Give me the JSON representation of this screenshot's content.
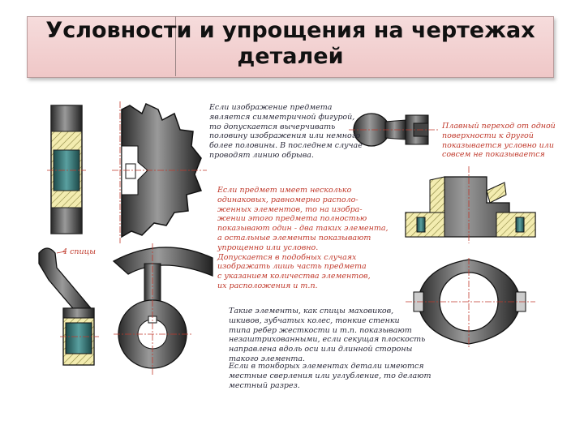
{
  "title": {
    "line1": "Условности и упрощения на чертежах",
    "line2": "деталей"
  },
  "notes": {
    "symmetric": "Если изображение предмета\nявляется симметричной фигурой,\nто допускается вычерчивать\nполовину изображения или немного\nболее половины. В последнем случае\nпроводят линию обрыва.",
    "smooth_transition": "Плавный переход от одной\nповерхности к другой\nпоказывается условно или\nсовсем не показывается",
    "repeated": "Если предмет имеет несколько\nодинаковых, равномерно располо-\nженных элементов, то на изобра-\nжении этого предмета полностью\nпоказывают один - два таких элемента,\nа остальные элементы показывают\nупрощенно или условно.\n   Допускается в подобных случаях\nизображать лишь часть предмета\nс указанием количества элементов,\nих расположения и т.п.",
    "spokes": "Такие элементы, как спицы маховиков,\nшкивов, зубчатых колес, тонкие стенки\nтипа ребер жесткости и т.п. показывают\nнезаштрихованными, если секущая плоскость\nнаправлена вдоль оси или длинной стороны\nтакого элемента.",
    "holes": "Если в тонборых элементах детали имеются\nместные сверления или углубление, то делают\nместный разрез."
  },
  "labels": {
    "four_spokes": "4 спицы"
  }
}
